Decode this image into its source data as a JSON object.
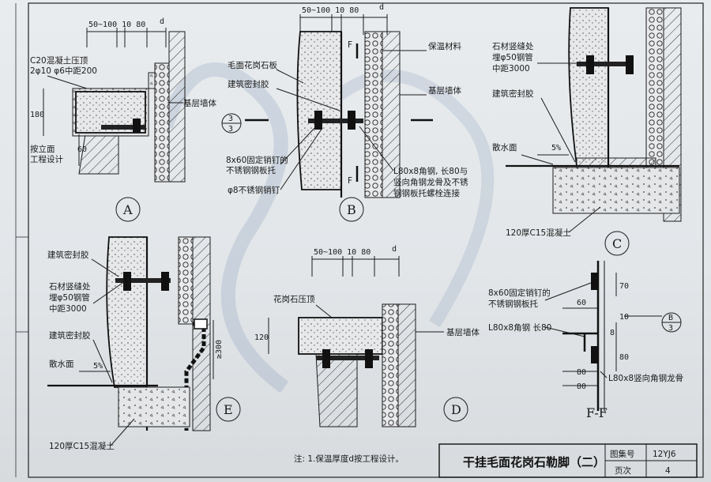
{
  "labels": {
    "a_top_dims": "50~100 10 80",
    "a_d": "d",
    "a_concrete_cap_1": "C20混凝土压顶",
    "a_concrete_cap_2": "2φ10 φ6中距200",
    "a_180": "180",
    "a_base_wall": "基层墙体",
    "a_60": "60",
    "a_per_project_1": "按立面",
    "a_per_project_2": "工程设计",
    "b_top_dims": "50~100 10 80",
    "b_d": "d",
    "b_insulation": "保温材料",
    "b_granite_board": "毛面花岗石板",
    "b_sealant": "建筑密封胶",
    "b_base_wall": "基层墙体",
    "b_F": "F",
    "b_F2": "F",
    "b_8x60_1": "8x60固定销钉的",
    "b_8x60_2": "不锈钢钢板托",
    "b_pin": "φ8不锈钢销钉",
    "b_angle_1": "L80x8角钢, 长80与",
    "b_angle_2": "竖向角钢龙骨及不锈",
    "b_angle_3": "钢钢板托螺栓连接",
    "c_joint_1": "石材竖缝处",
    "c_joint_2": "埋φ50钢管",
    "c_joint_3": "中距3000",
    "c_sealant": "建筑密封胶",
    "c_apron": "散水面",
    "c_5pct": "5%",
    "c_c15": "120厚C15混凝土",
    "e_sealant": "建筑密封胶",
    "e_joint_1": "石材竖缝处",
    "e_joint_2": "埋φ50钢管",
    "e_joint_3": "中距3000",
    "e_sealant2": "建筑密封胶",
    "e_apron": "散水面",
    "e_5pct": "5%",
    "e_300": "≥300",
    "e_c15": "120厚C15混凝土",
    "d_top_dims": "50~100 10 80",
    "d_d": "d",
    "d_cap": "花岗石压顶",
    "d_120": "120",
    "d_base_wall": "基层墙体",
    "f_8x60_1": "8x60固定销钉的",
    "f_8x60_2": "不锈钢钢板托",
    "f_angle": "L80x8角钢 长80",
    "f_60": "60",
    "f_70": "70",
    "f_10": "10",
    "f_8": "8",
    "f_80a": "80",
    "f_80b": "80",
    "f_80c": "80",
    "f_vert_angle": "L80x8竖向角钢龙骨",
    "f_ref_num": "B",
    "f_ref_sheet": "3",
    "b_ref_num": "3",
    "b_ref_sheet": "3",
    "section_ff": "F-F",
    "note": "注: 1.保温厚度d按工程设计。",
    "drawing_title": "干挂毛面花岗石勒脚（二）",
    "atlas_label": "图集号",
    "atlas_value": "12YJ6",
    "page_label": "页次",
    "page_value": "4"
  },
  "details": [
    "A",
    "B",
    "C",
    "D",
    "E"
  ]
}
